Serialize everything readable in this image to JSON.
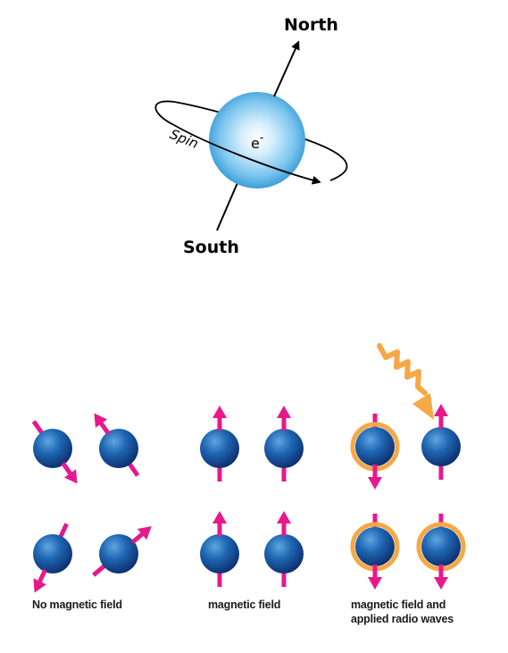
{
  "electron": {
    "north_label": "North",
    "south_label": "South",
    "spin_label": "Spin",
    "particle_label": "e",
    "particle_superscript": "-",
    "sphere_color": "#3a9fd9",
    "axis_color": "#000000"
  },
  "panels": [
    {
      "id": "no-field",
      "caption_lines": [
        "No magnetic field"
      ]
    },
    {
      "id": "field",
      "caption_lines": [
        "magnetic field"
      ]
    },
    {
      "id": "field-radio",
      "caption_lines": [
        "magnetic field and",
        "applied radio waves"
      ]
    }
  ],
  "colors": {
    "spin_arrow": "#e6198c",
    "proton_sphere": "#1d5fa8",
    "excited_ring": "#f5a845",
    "radio_wave": "#f5a845"
  }
}
